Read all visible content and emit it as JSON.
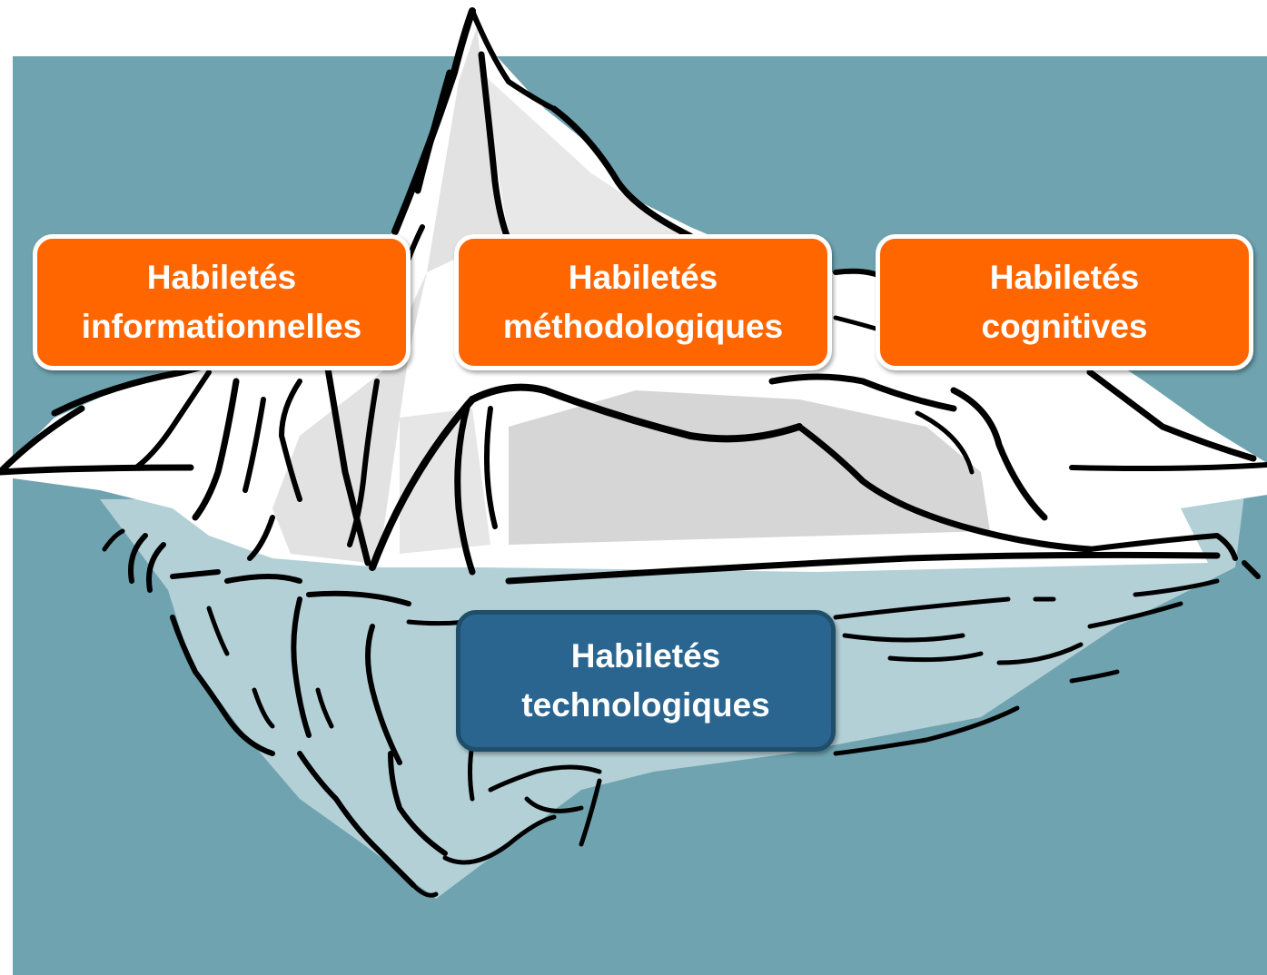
{
  "colors": {
    "sea": "#6fa3b0",
    "ice_white": "#ffffff",
    "ice_shadow": "#d9d9d9",
    "ice_underwater": "#b4d0d7",
    "outline": "#000000",
    "above_box_fill": "#ff6600",
    "above_box_border": "#ffffff",
    "below_box_fill": "#2a6590",
    "below_box_border": "#1f4e6a",
    "label_text": "#ffffff"
  },
  "labels": {
    "informational": {
      "line1": "Habiletés",
      "line2": "informationnelles"
    },
    "methodological": {
      "line1": "Habiletés",
      "line2": "méthodologiques"
    },
    "cognitive": {
      "line1": "Habiletés",
      "line2": "cognitives"
    },
    "technological": {
      "line1": "Habiletés",
      "line2": "technologiques"
    }
  }
}
